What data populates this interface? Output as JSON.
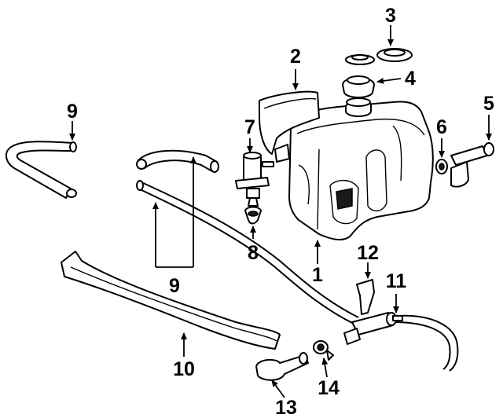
{
  "diagram": {
    "callouts": [
      {
        "id": "1",
        "label": "1"
      },
      {
        "id": "2",
        "label": "2"
      },
      {
        "id": "3",
        "label": "3"
      },
      {
        "id": "4",
        "label": "4"
      },
      {
        "id": "5",
        "label": "5"
      },
      {
        "id": "6",
        "label": "6"
      },
      {
        "id": "7",
        "label": "7"
      },
      {
        "id": "8",
        "label": "8"
      },
      {
        "id": "9a",
        "label": "9"
      },
      {
        "id": "9b",
        "label": "9"
      },
      {
        "id": "10",
        "label": "10"
      },
      {
        "id": "11",
        "label": "11"
      },
      {
        "id": "12",
        "label": "12"
      },
      {
        "id": "13",
        "label": "13"
      },
      {
        "id": "14",
        "label": "14"
      }
    ],
    "colors": {
      "ink": "#000000",
      "paper": "#ffffff"
    }
  }
}
